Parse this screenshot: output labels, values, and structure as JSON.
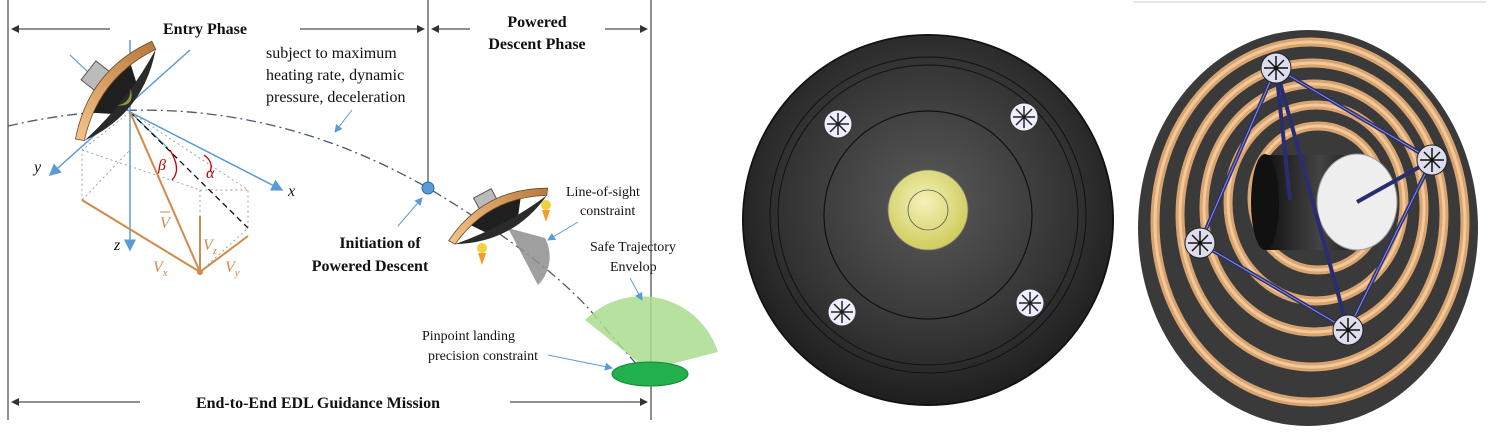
{
  "diagram": {
    "phases": {
      "entry_label": "Entry Phase",
      "powered_label_line1": "Powered",
      "powered_label_line2": "Descent Phase",
      "mission_label": "End-to-End EDL Guidance Mission"
    },
    "annotations": {
      "constraint_line1": "subject to maximum",
      "constraint_line2": "heating rate, dynamic",
      "constraint_line3": "pressure, deceleration",
      "initiation_line1": "Initiation of",
      "initiation_line2": "Powered Descent",
      "los_line1": "Line-of-sight",
      "los_line2": "constraint",
      "safe_line1": "Safe Trajectory",
      "safe_line2": "Envelop",
      "pinpoint_line1": "Pinpoint landing",
      "pinpoint_line2": "precision constraint"
    },
    "axes": {
      "x": "x",
      "y": "y",
      "z": "z",
      "alpha": "α",
      "beta": "β",
      "v": "V",
      "vx": "x",
      "vy": "y",
      "vz": "z"
    }
  },
  "colors": {
    "axis_blue": "#5b9bd5",
    "velocity_orange": "#d08a4a",
    "angle_red": "#c00000",
    "heatshield_gold": "#e8b06a",
    "body_dark": "#2a2a2a",
    "envelope_green": "#a9dc8e",
    "landing_green": "#21b04b",
    "cone_gray": "#9a9a9a",
    "vehicle_black": "#2c2c2c",
    "vehicle_yellow": "#e6e48a",
    "ring_tan": "#e0a878"
  },
  "icons": {
    "vehicle_entry": "capsule-icon",
    "vehicle_powered": "lander-icon",
    "thruster": "thruster-icon"
  }
}
